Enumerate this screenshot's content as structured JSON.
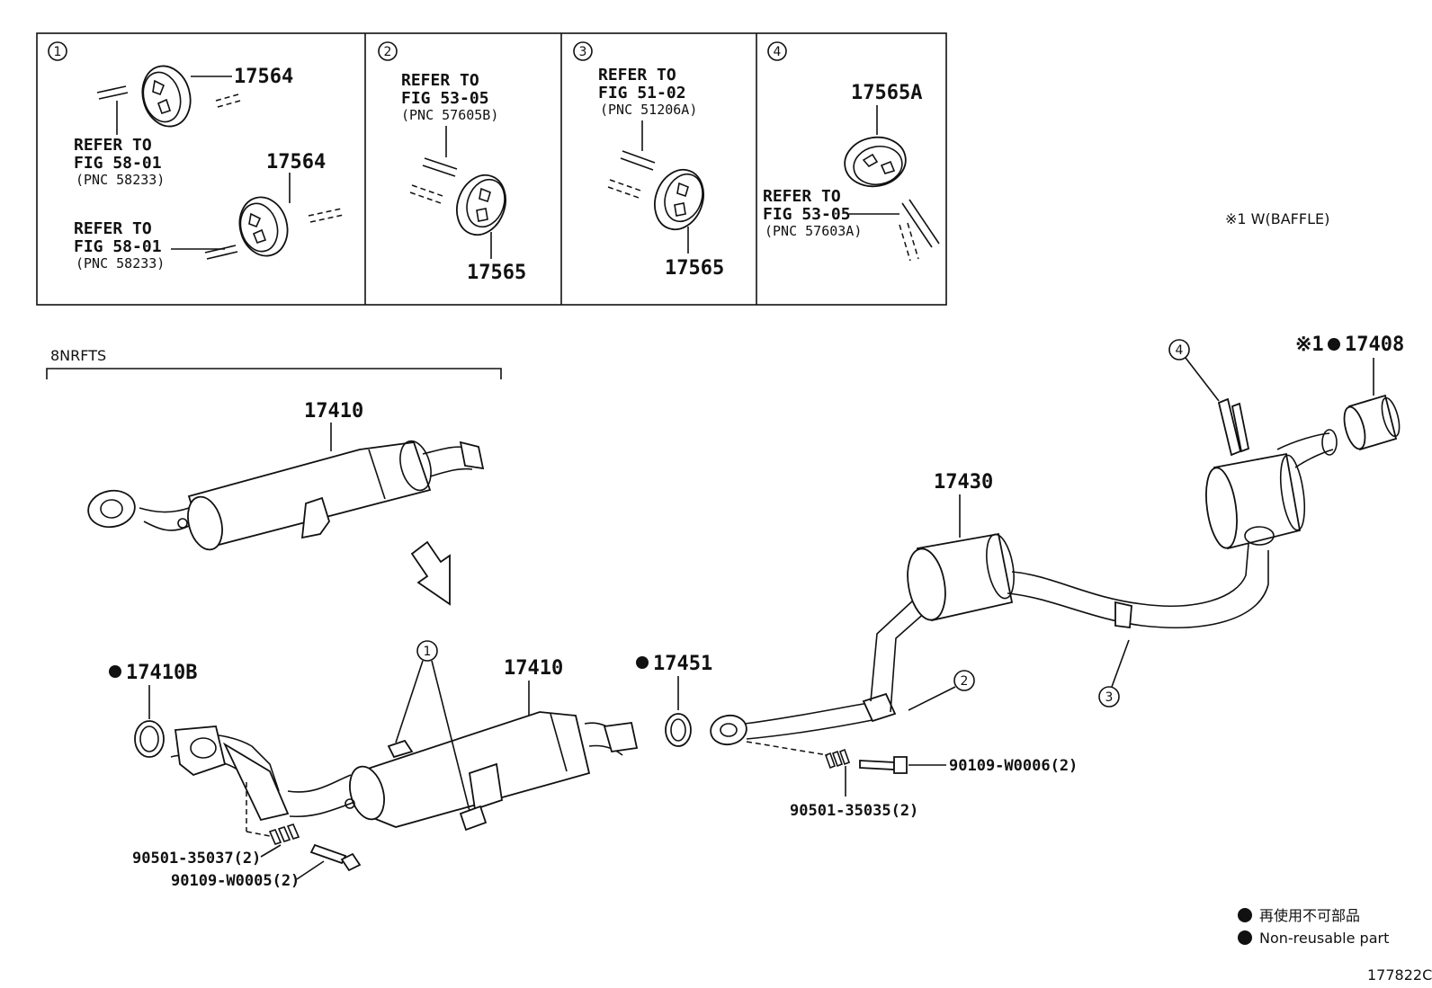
{
  "panels": [
    {
      "num": "1",
      "parts": [
        "17564",
        "17564"
      ],
      "refs": [
        {
          "line1": "REFER TO",
          "line2": "FIG 58-01",
          "line3": "(PNC 58233)"
        },
        {
          "line1": "REFER TO",
          "line2": "FIG 58-01",
          "line3": "(PNC 58233)"
        }
      ]
    },
    {
      "num": "2",
      "parts": [
        "17565"
      ],
      "refs": [
        {
          "line1": "REFER TO",
          "line2": "FIG 53-05",
          "line3": "(PNC 57605B)"
        }
      ]
    },
    {
      "num": "3",
      "parts": [
        "17565"
      ],
      "refs": [
        {
          "line1": "REFER TO",
          "line2": "FIG 51-02",
          "line3": "(PNC 51206A)"
        }
      ]
    },
    {
      "num": "4",
      "parts": [
        "17565A"
      ],
      "refs": [
        {
          "line1": "REFER TO",
          "line2": "FIG 53-05",
          "line3": "(PNC 57603A)"
        }
      ]
    }
  ],
  "note": "※1 W(BAFFLE)",
  "group_label": "8NRFTS",
  "parts": {
    "p17410_top": "17410",
    "p17410_main": "17410",
    "p17410B": "17410B",
    "p17451": "17451",
    "p17430": "17430",
    "p17408_prefix": "※1",
    "p17408": "17408",
    "spring_a": "90501-35037(2)",
    "bolt_a": "90109-W0005(2)",
    "bolt_b": "90109-W0006(2)",
    "spring_b": "90501-35035(2)"
  },
  "callouts": {
    "c1": "1",
    "c2": "2",
    "c3": "3",
    "c4": "4"
  },
  "legend": {
    "jp": "再使用不可部品",
    "en": "Non-reusable part"
  },
  "figure_id": "177822C"
}
